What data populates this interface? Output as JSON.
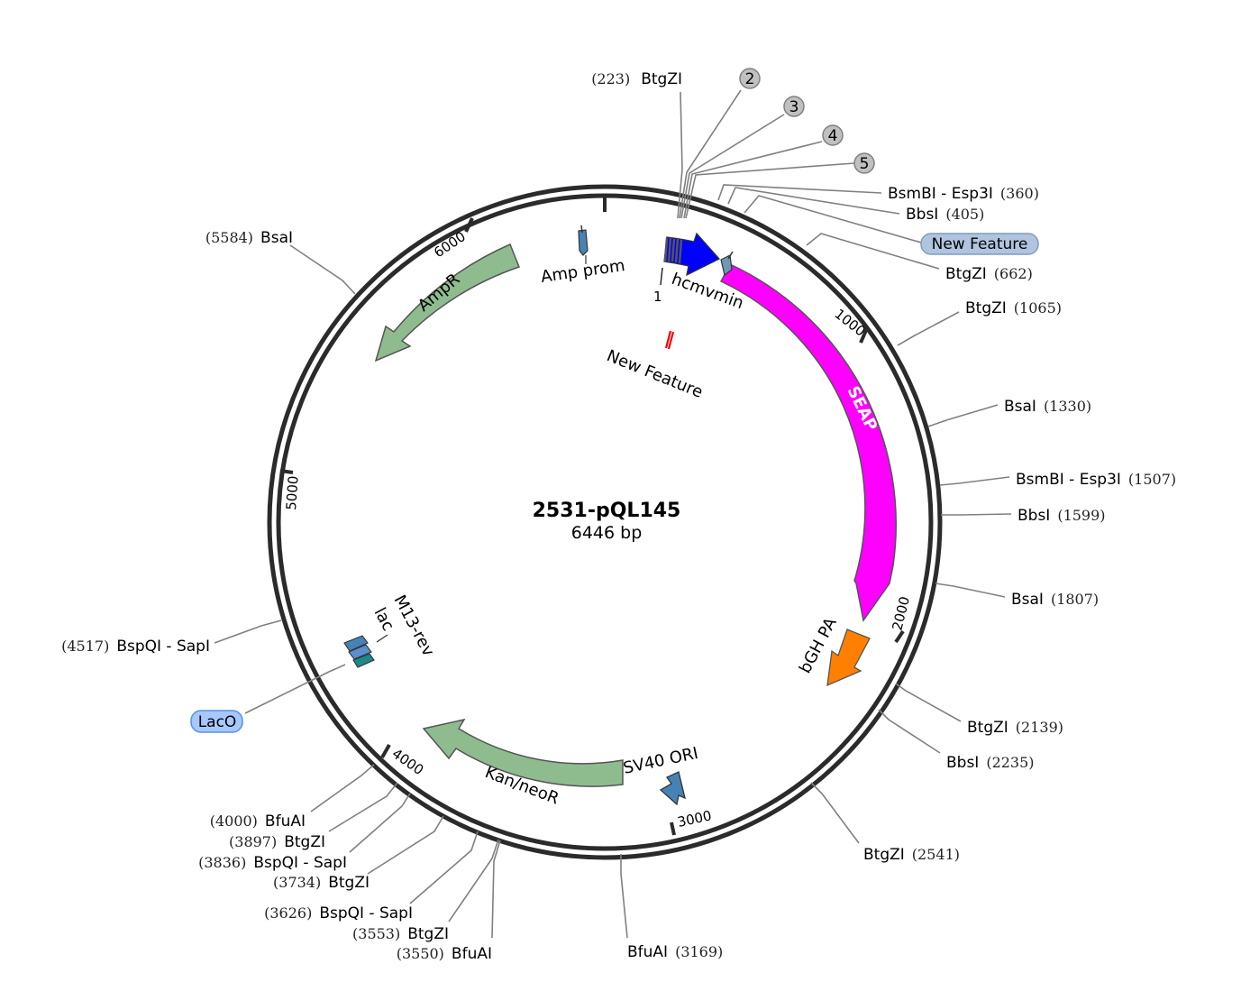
{
  "plasmid": {
    "name": "2531-pQL145",
    "length_label": "6446 bp"
  },
  "origin_label": "1",
  "ticks": [
    "1000",
    "2000",
    "3000",
    "4000",
    "5000",
    "6000"
  ],
  "features": {
    "hcmvmin": "hcmvmin",
    "seap": "SEAP",
    "bgh_pa": "bGH PA",
    "sv40_ori": "SV40 ORI",
    "kan_neor": "Kan/neoR",
    "ampr": "AmpR",
    "amp_prom": "Amp prom",
    "new_feature_inner": "New Feature",
    "m13_rev": "M13-rev",
    "lac": "lac"
  },
  "sites": [
    {
      "name": "BtgZI",
      "pos": "(223)"
    },
    {
      "name": "BsmBI - Esp3I",
      "pos": "(360)"
    },
    {
      "name": "BbsI",
      "pos": "(405)"
    },
    {
      "name": "New Feature",
      "pos": ""
    },
    {
      "name": "BtgZI",
      "pos": "(662)"
    },
    {
      "name": "BtgZI",
      "pos": "(1065)"
    },
    {
      "name": "BsaI",
      "pos": "(1330)"
    },
    {
      "name": "BsmBI - Esp3I",
      "pos": "(1507)"
    },
    {
      "name": "BbsI",
      "pos": "(1599)"
    },
    {
      "name": "BsaI",
      "pos": "(1807)"
    },
    {
      "name": "BtgZI",
      "pos": "(2139)"
    },
    {
      "name": "BbsI",
      "pos": "(2235)"
    },
    {
      "name": "BtgZI",
      "pos": "(2541)"
    },
    {
      "name": "BfuAI",
      "pos": "(3169)"
    },
    {
      "name": "BfuAI",
      "pos": "(3550)"
    },
    {
      "name": "BtgZI",
      "pos": "(3553)"
    },
    {
      "name": "BspQI - SapI",
      "pos": "(3626)"
    },
    {
      "name": "BtgZI",
      "pos": "(3734)"
    },
    {
      "name": "BspQI - SapI",
      "pos": "(3836)"
    },
    {
      "name": "BtgZI",
      "pos": "(3897)"
    },
    {
      "name": "BfuAI",
      "pos": "(4000)"
    },
    {
      "name": "BspQI - SapI",
      "pos": "(4517)"
    },
    {
      "name": "LacO",
      "pos": ""
    },
    {
      "name": "BsaI",
      "pos": "(5584)"
    }
  ],
  "cluster_markers": [
    "2",
    "3",
    "4",
    "5"
  ],
  "colors": {
    "backbone": "#2b2b2b",
    "seap": "#ff00ff",
    "hcmvmin": "#0000ff",
    "bgh_pa": "#ff8000",
    "resistance": "#8fbc8f",
    "small_feature": "#4682b4",
    "new_feature_marker": "#ff0000",
    "lacO_pill": "#a6c8ff",
    "new_feature_pill": "#b0c4de",
    "cluster_marker": "#c0c0c0"
  }
}
